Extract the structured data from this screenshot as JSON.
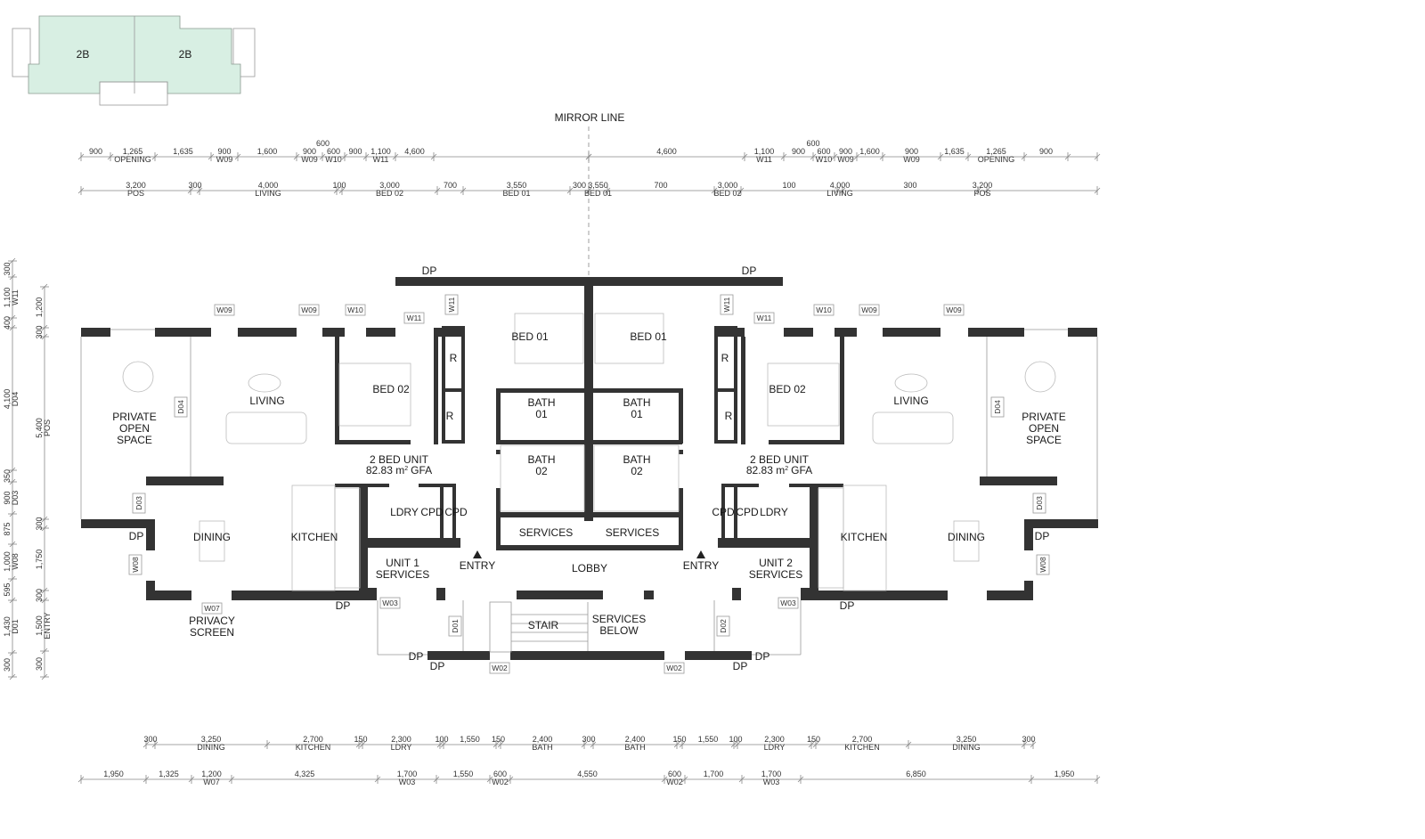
{
  "key_plan": {
    "unit_left": "2B",
    "unit_right": "2B",
    "fill_color": "#d8efe3"
  },
  "mirror_label": "MIRROR LINE",
  "rooms": {
    "pos": "PRIVATE\nOPEN\nSPACE",
    "living": "LIVING",
    "bed02": "BED 02",
    "bed01": "BED 01",
    "bath01": "BATH\n01",
    "bath02": "BATH\n02",
    "dining": "DINING",
    "kitchen": "KITCHEN",
    "ldry": "LDRY",
    "cpd": "CPD",
    "services": "SERVICES",
    "entry": "ENTRY",
    "lobby": "LOBBY",
    "stair": "STAIR",
    "services_below": "SERVICES\nBELOW",
    "unit1_services": "UNIT 1\nSERVICES",
    "unit2_services": "UNIT 2\nSERVICES",
    "privacy_screen": "PRIVACY\nSCREEN",
    "robe": "R",
    "dp": "DP"
  },
  "unit_area": {
    "name": "2 BED UNIT",
    "value": "82.83",
    "unit": "m",
    "sup": "2",
    "suffix": "GFA"
  },
  "tags": {
    "w02": "W02",
    "w03": "W03",
    "w07": "W07",
    "w08": "W08",
    "w09": "W09",
    "w10": "W10",
    "w11": "W11",
    "d01": "D01",
    "d02": "D02",
    "d03": "D03",
    "d04": "D04"
  },
  "dims": {
    "top1_left": [
      {
        "v": "900"
      },
      {
        "v": "1,265",
        "s": "OPENING"
      },
      {
        "v": "1,635"
      },
      {
        "v": "900",
        "s": "W09"
      },
      {
        "v": "1,600"
      },
      {
        "v": "900",
        "s": "W09"
      },
      {
        "v": "600",
        "s": "W10",
        "up": "600"
      },
      {
        "v": "900"
      },
      {
        "v": "1,100",
        "s": "W11"
      },
      {
        "v": "4,600"
      }
    ],
    "top1_right": [
      {
        "v": "4,600"
      },
      {
        "v": "1,100",
        "s": "W11"
      },
      {
        "v": "900"
      },
      {
        "v": "600",
        "s": "W10",
        "up": "600"
      },
      {
        "v": "900",
        "s": "W09"
      },
      {
        "v": "1,600"
      },
      {
        "v": "900",
        "s": "W09"
      },
      {
        "v": "1,635"
      },
      {
        "v": "1,265",
        "s": "OPENING"
      },
      {
        "v": "900"
      }
    ],
    "top2_left": [
      {
        "v": "3,200",
        "s": "POS"
      },
      {
        "v": "300"
      },
      {
        "v": "4,000",
        "s": "LIVING"
      },
      {
        "v": "100"
      },
      {
        "v": "3,000",
        "s": "BED 02"
      },
      {
        "v": "700"
      },
      {
        "v": "3,550",
        "s": "BED 01"
      },
      {
        "v": "300"
      }
    ],
    "top2_right": [
      {
        "v": "3,550",
        "s": "BED 01"
      },
      {
        "v": "700"
      },
      {
        "v": "3,000",
        "s": "BED 02"
      },
      {
        "v": "100"
      },
      {
        "v": "4,000",
        "s": "LIVING"
      },
      {
        "v": "300"
      },
      {
        "v": "3,200",
        "s": "POS"
      }
    ],
    "bottom1": [
      {
        "v": "300"
      },
      {
        "v": "3,250",
        "s": "DINING"
      },
      {
        "v": "2,700",
        "s": "KITCHEN"
      },
      {
        "v": "150"
      },
      {
        "v": "2,300",
        "s": "LDRY"
      },
      {
        "v": "100"
      },
      {
        "v": "1,550"
      },
      {
        "v": "150"
      },
      {
        "v": "2,400",
        "s": "BATH"
      },
      {
        "v": "300"
      },
      {
        "v": "2,400",
        "s": "BATH"
      },
      {
        "v": "150"
      },
      {
        "v": "1,550"
      },
      {
        "v": "100"
      },
      {
        "v": "2,300",
        "s": "LDRY"
      },
      {
        "v": "150"
      },
      {
        "v": "2,700",
        "s": "KITCHEN"
      },
      {
        "v": "3,250",
        "s": "DINING"
      },
      {
        "v": "300"
      }
    ],
    "bottom2": [
      {
        "v": "1,950"
      },
      {
        "v": "1,325"
      },
      {
        "v": "1,200",
        "s": "W07"
      },
      {
        "v": "4,325"
      },
      {
        "v": "1,700",
        "s": "W03"
      },
      {
        "v": "1,550"
      },
      {
        "v": "600",
        "s": "W02"
      },
      {
        "v": "4,550"
      },
      {
        "v": "600",
        "s": "W02"
      },
      {
        "v": "1,700"
      },
      {
        "v": "1,700",
        "s": "W03"
      },
      {
        "v": "6,850"
      },
      {
        "v": "1,950"
      }
    ],
    "left_outer": [
      {
        "v": "300"
      },
      {
        "v": "1,100",
        "s": "W11"
      },
      {
        "v": "400"
      },
      {
        "v": "4,100",
        "s": "D04"
      },
      {
        "v": "350"
      },
      {
        "v": "900",
        "s": "D03"
      },
      {
        "v": "875"
      },
      {
        "v": "1,000",
        "s": "W08"
      },
      {
        "v": "595"
      },
      {
        "v": "1,430",
        "s": "D01"
      },
      {
        "v": "300"
      }
    ],
    "left_inner": [
      {
        "v": "1,200"
      },
      {
        "v": "300"
      },
      {
        "v": "5,400",
        "s": "POS"
      },
      {
        "v": "300"
      },
      {
        "v": "1,750"
      },
      {
        "v": "300"
      },
      {
        "v": "1,500",
        "s": "ENTRY"
      },
      {
        "v": "300"
      }
    ]
  }
}
